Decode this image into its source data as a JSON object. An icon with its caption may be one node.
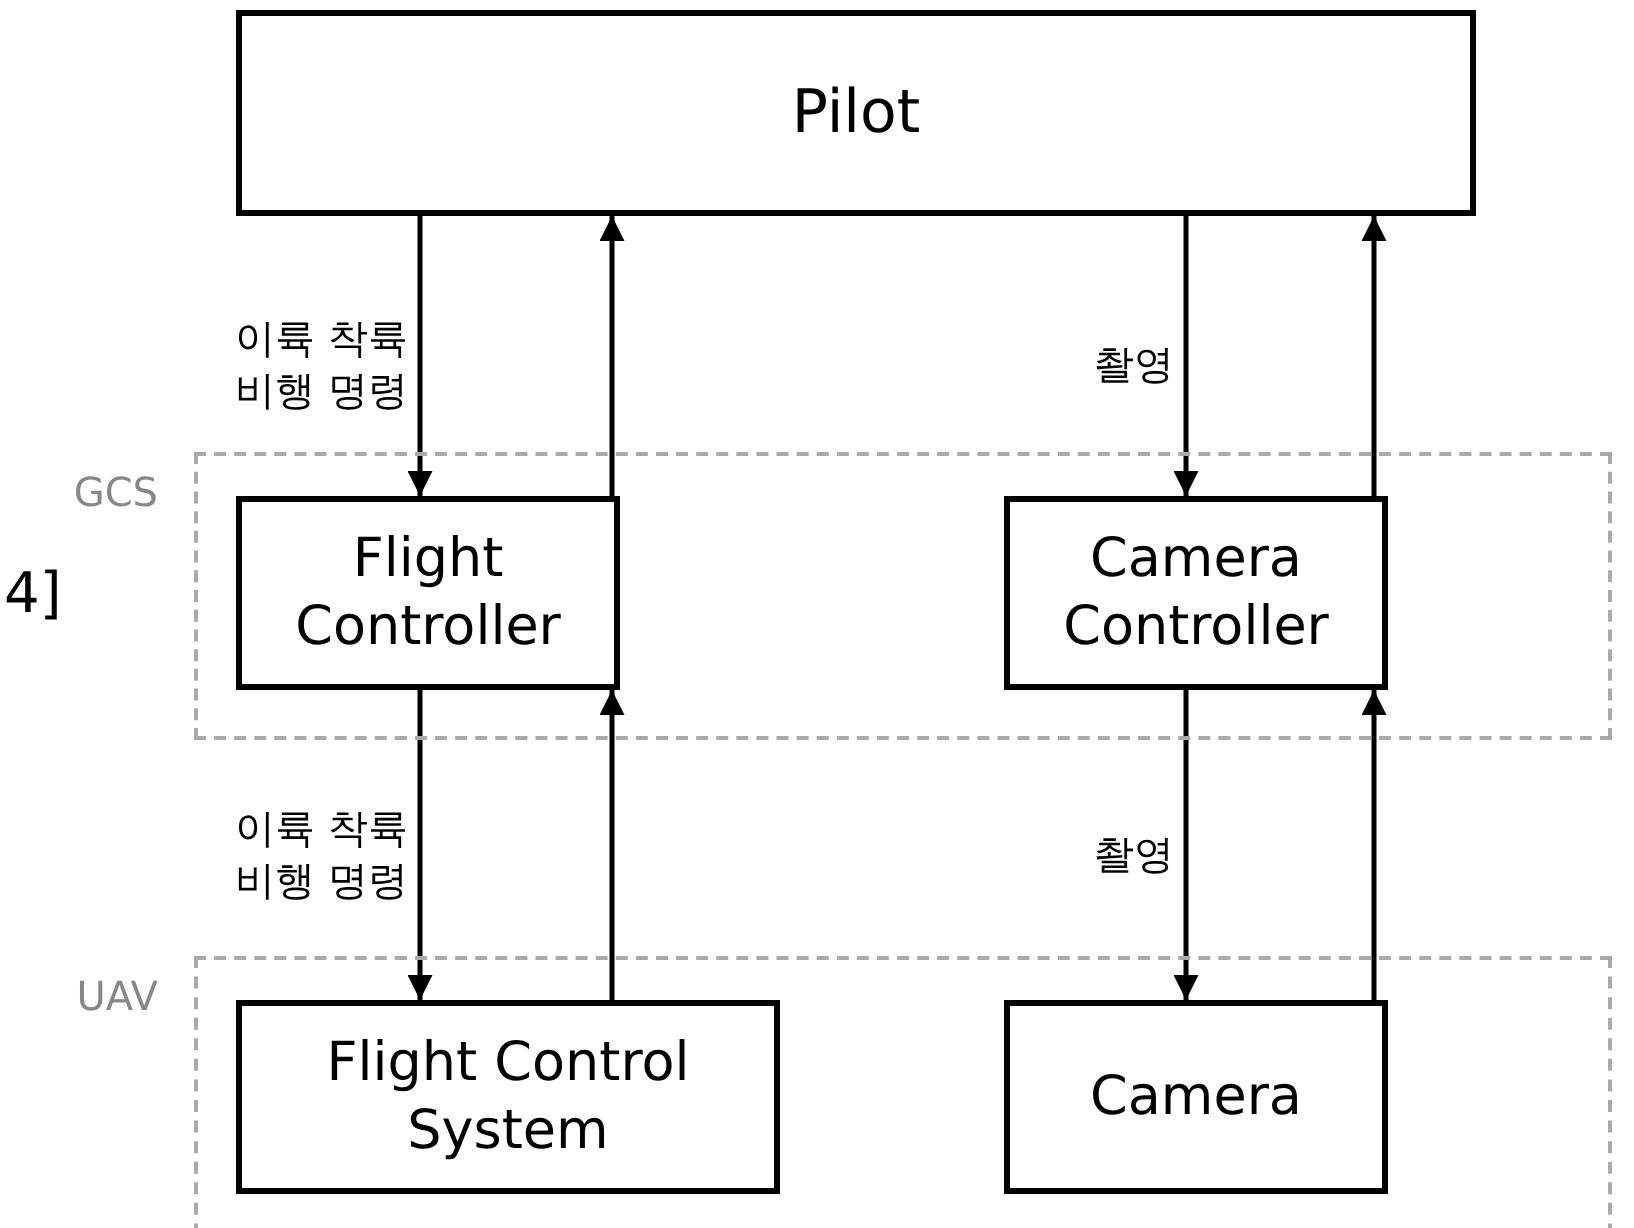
{
  "diagram": {
    "nodes": [
      {
        "text": [
          "Pilot"
        ]
      },
      {
        "text": [
          "GCS"
        ]
      },
      {
        "text": [
          "Flight Controller"
        ],
        "in": 1
      },
      {
        "text": [
          "Camera Controller"
        ],
        "in": 1
      },
      {
        "text": [
          "UAV"
        ]
      },
      {
        "text": [
          "Flight Control System"
        ],
        "in": 4
      },
      {
        "text": [
          "Camera"
        ],
        "in": 4
      }
    ],
    "edges": [
      {
        "from": 0,
        "to": 2,
        "arrow": "to",
        "label": "이륙 착륙 비행 명령"
      },
      {
        "from": 2,
        "to": 0,
        "arrow": "to"
      },
      {
        "from": 0,
        "to": 3,
        "arrow": "to",
        "label": "촬영"
      },
      {
        "from": 3,
        "to": 0,
        "arrow": "to"
      },
      {
        "from": 2,
        "to": 5,
        "arrow": "to",
        "label": "이륙 착륙 비행 명령"
      },
      {
        "from": 5,
        "to": 2,
        "arrow": "to"
      },
      {
        "from": 3,
        "to": 6,
        "arrow": "to",
        "label": "촬영"
      },
      {
        "from": 6,
        "to": 3,
        "arrow": "to"
      }
    ],
    "labels": [
      "4]"
    ]
  }
}
